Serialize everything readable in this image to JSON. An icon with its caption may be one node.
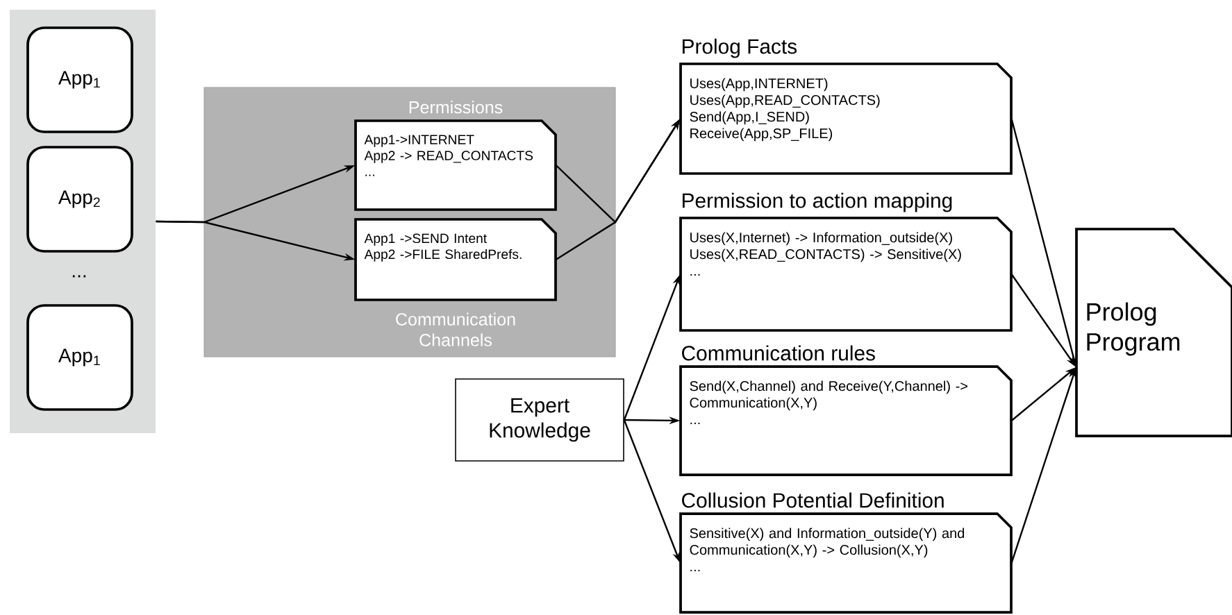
{
  "diagram": {
    "nodes": [
      {
        "text": [],
        "shape": "box"
      },
      {
        "text": [
          "App$_{1}$"
        ],
        "in": 0
      },
      {
        "text": [
          "App$_{2}$"
        ],
        "in": 0
      },
      {
        "text": [
          "App$_{1}$"
        ],
        "in": 0
      },
      {
        "text": [],
        "shape": "box"
      },
      {
        "text": [
          "Permissions",
          "App1->INTERNET",
          "App2 -> READ_CONTACTS",
          "..."
        ],
        "in": 4
      },
      {
        "text": [
          "App1 ->SEND Intent",
          "App2 ->FILE SharedPrefs.",
          "Communication Channels"
        ],
        "in": 4
      },
      {
        "text": [
          "Prolog Facts",
          "Uses(App,INTERNET)",
          "Uses(App,READ_CONTACTS)",
          "Send(App,I_SEND)",
          "Receive(App,SP_FILE)"
        ]
      },
      {
        "text": [
          "Permission to action mapping",
          "Uses(X,Internet) -> Information_outside(X)",
          "Uses(X,READ_CONTACTS) -> Sensitive(X)",
          "..."
        ]
      },
      {
        "text": [
          "Communication rules",
          "Send(X,Channel) and Receive(Y,Channel) -> Communication(X,Y)",
          "..."
        ]
      },
      {
        "text": [
          "Collusion Potential Definition",
          "Sensitive(X) and Information_outside(Y) and Communication(X,Y) -> Collusion(X,Y)",
          "..."
        ]
      },
      {
        "text": [
          "Expert Knowledge"
        ]
      },
      {
        "text": [
          "Prolog Program"
        ]
      }
    ],
    "edges": [
      {
        "from": 0,
        "to": 5,
        "arrow": "to"
      },
      {
        "from": 0,
        "to": 6,
        "arrow": "to"
      },
      {
        "from": 5,
        "to": 7,
        "arrow": "to"
      },
      {
        "from": 6,
        "to": 7,
        "arrow": "to"
      },
      {
        "from": 11,
        "to": 8,
        "arrow": "to"
      },
      {
        "from": 11,
        "to": 9,
        "arrow": "to"
      },
      {
        "from": 11,
        "to": 10,
        "arrow": "to"
      },
      {
        "from": 7,
        "to": 12,
        "arrow": "to"
      },
      {
        "from": 8,
        "to": 12,
        "arrow": "to"
      },
      {
        "from": 9,
        "to": 12,
        "arrow": "to"
      },
      {
        "from": 10,
        "to": 12,
        "arrow": "to"
      }
    ],
    "labels": [
      "..."
    ]
  }
}
